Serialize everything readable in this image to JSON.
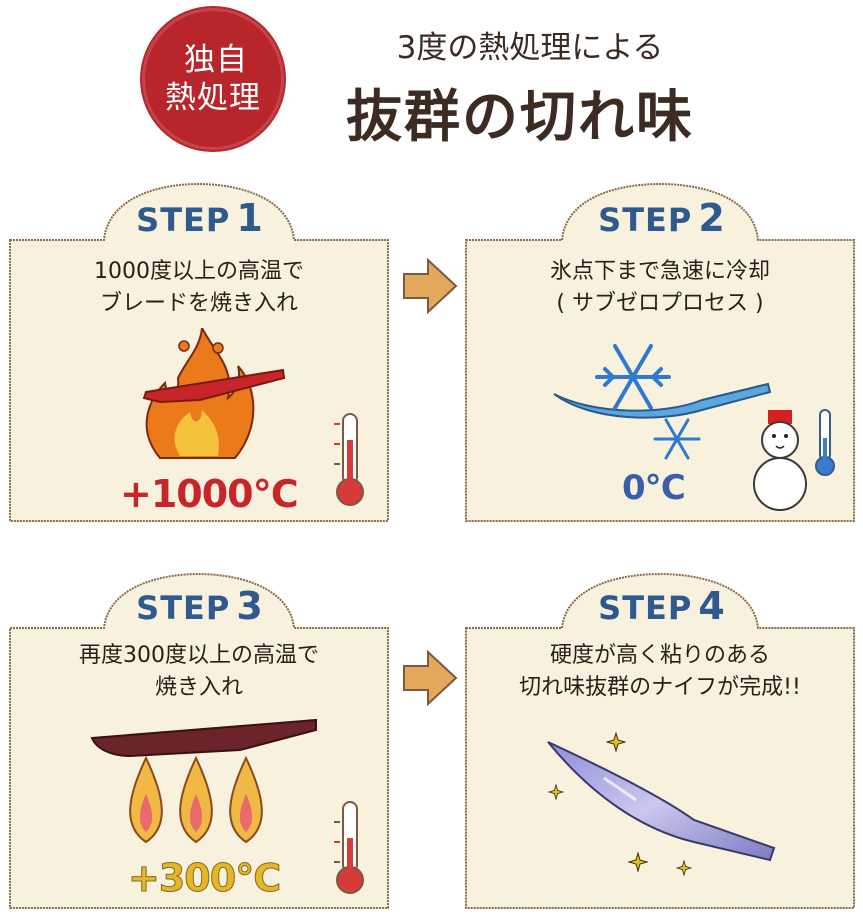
{
  "header": {
    "seal_line1": "独自",
    "seal_line2": "熱処理",
    "subtitle": "3度の熱処理による",
    "title": "抜群の切れ味"
  },
  "steps": [
    {
      "label": "STEP",
      "number": "1",
      "line1": "1000度以上の高温で",
      "line2": "ブレードを焼き入れ",
      "temperature": "+1000℃"
    },
    {
      "label": "STEP",
      "number": "2",
      "line1": "氷点下まで急速に冷却",
      "line2": "( サブゼロプロセス )",
      "temperature": "0℃"
    },
    {
      "label": "STEP",
      "number": "3",
      "line1": "再度300度以上の高温で",
      "line2": "焼き入れ",
      "temperature": "+300℃"
    },
    {
      "label": "STEP",
      "number": "4",
      "line1": "硬度が高く粘りのある",
      "line2": "切れ味抜群のナイフが完成!!"
    }
  ],
  "colors": {
    "seal": "#b8252b",
    "card_fill": "#f8f1dd",
    "card_border": "#8a6a4a",
    "step_text": "#2f5a8e",
    "arrow": "#e3a85c",
    "hot": "#c8252b",
    "warm": "#e5b52a"
  },
  "icons": [
    "flame-icon",
    "snowflake-icon",
    "snowman-icon",
    "thermometer-icon",
    "knife-icon",
    "sparkle-icon",
    "arrow-right-icon"
  ]
}
